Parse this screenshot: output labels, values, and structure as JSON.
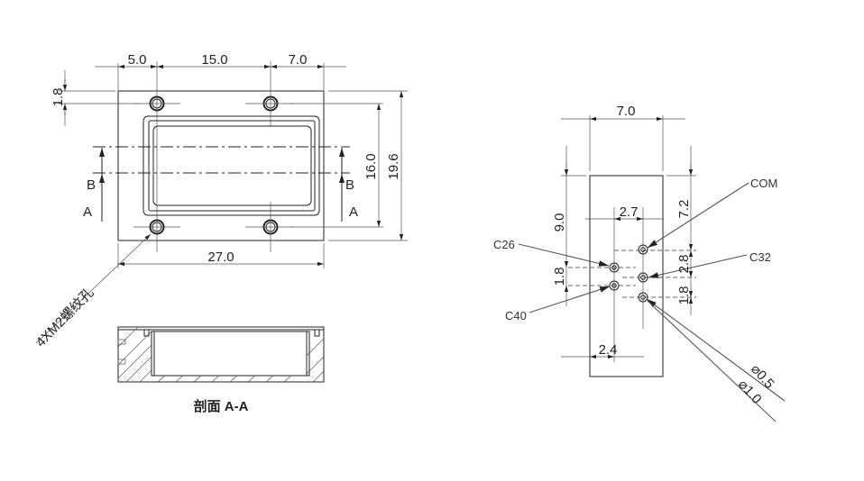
{
  "front_view": {
    "dims": {
      "left_offset": "5.0",
      "hole_spacing": "15.0",
      "right_offset": "7.0",
      "top_offset": "1.8",
      "hole_vertical": "16.0",
      "height": "19.6",
      "width": "27.0"
    },
    "section_marks": {
      "upper": "B",
      "lower": "A"
    },
    "thread_note": "4XM2螺纹孔"
  },
  "section_view": {
    "caption": "剖面 A-A"
  },
  "side_view": {
    "dims": {
      "width": "7.0",
      "to_c26": "9.0",
      "to_com": "7.2",
      "column_spacing": "2.7",
      "left_spacing": "1.8",
      "right_spacing_1": "2.8",
      "right_spacing_2": "1.8",
      "to_left_column": "2.4"
    },
    "pins": {
      "com": "COM",
      "c26": "C26",
      "c32": "C32",
      "c40": "C40"
    },
    "diameters": {
      "inner": "⌀0.5",
      "outer": "⌀1.0"
    }
  }
}
